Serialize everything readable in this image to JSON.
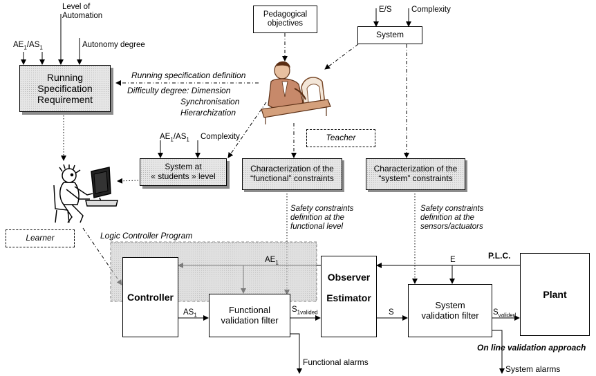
{
  "nodes": {
    "pedagogical_objectives": "Pedagogical\nobjectives",
    "system": "System",
    "running_spec": "Running\nSpecification\nRequirement",
    "teacher": "Teacher",
    "system_students": "System at\n« students » level",
    "char_functional": "Characterization of the\n“functional” constraints",
    "char_system": "Characterization of the\n“system” constraints",
    "learner": "Learner",
    "controller": "Controller",
    "functional_filter": "Functional\nvalidation filter",
    "observer": "Observer",
    "estimator": "Estimator",
    "system_filter": "System\nvalidation filter",
    "plant": "Plant"
  },
  "labels": {
    "level_of_automation": "Level of\nAutomation",
    "autonomy_degree": "Autonomy degree",
    "ae1_as1": "AE",
    "sub_1": "1",
    "slash_as": "/AS",
    "es": "E/S",
    "complexity": "Complexity",
    "running_spec_def": "Running specification definition",
    "difficulty_degree": "Difficulty degree: Dimension",
    "synchronisation": "Synchronisation",
    "hierarchization": "Hierarchization",
    "safety_functional": "Safety constraints\ndefinition at the\nfunctional level",
    "safety_system": "Safety constraints\ndefinition at the\nsensors/actuators",
    "logic_controller_program": "Logic Controller Program",
    "ae": "AE",
    "as": "AS",
    "e": "E",
    "s": "S",
    "plc": "P.L.C.",
    "s_letter": "S",
    "valided_1": "1valided",
    "valided": "valided",
    "online_validation": "On line validation approach",
    "functional_alarms": "Functional alarms",
    "system_alarms": "System alarms"
  },
  "icons": [
    "teacher-at-desk-icon",
    "learner-at-computer-icon"
  ]
}
